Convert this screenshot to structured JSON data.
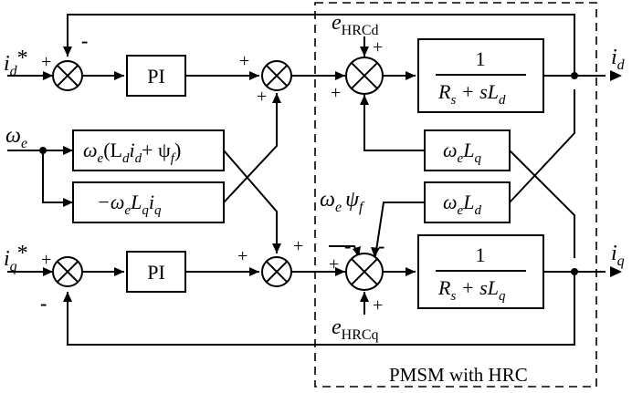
{
  "inputs": {
    "id_ref": {
      "sym": "i",
      "sub": "d",
      "sup": "*"
    },
    "iq_ref": {
      "sym": "i",
      "sub": "q",
      "sup": "*"
    },
    "omega_e": {
      "sym": "ω",
      "sub": "e"
    }
  },
  "outputs": {
    "id": {
      "sym": "i",
      "sub": "d"
    },
    "iq": {
      "sym": "i",
      "sub": "q"
    }
  },
  "blocks": {
    "pi_d": "PI",
    "pi_q": "PI",
    "decouple_d": {
      "w": "ω",
      "we_sub": "e",
      "open": "(L",
      "ld_sub": "d",
      "i": "i",
      "id_sub": "d",
      "plus_psi": "+ ψ",
      "psi_sub": "f",
      "close": ")"
    },
    "decouple_q": {
      "neg_w": "−ω",
      "we_sub": "e",
      "L": "L",
      "lq_sub": "q",
      "i": "i",
      "iq_sub": "q"
    },
    "plant_d": {
      "numerator": "1",
      "Rs": "R",
      "rs_sub": "s",
      "plus_sL": " + sL",
      "l_sub": "d"
    },
    "plant_q": {
      "numerator": "1",
      "Rs": "R",
      "rs_sub": "s",
      "plus_sL": " + sL",
      "l_sub": "q"
    },
    "coupling_d": {
      "w": "ω",
      "we_sub": "e",
      "L": "L",
      "l_sub": "q"
    },
    "coupling_q": {
      "w": "ω",
      "we_sub": "e",
      "L": "L",
      "l_sub": "d"
    }
  },
  "disturbances": {
    "hrc_d": {
      "sym": "e",
      "sub": "HRCd"
    },
    "hrc_q": {
      "sym": "e",
      "sub": "HRCq"
    },
    "back_emf": {
      "w": "ω",
      "we_sub": "e",
      "psi": "ψ",
      "psi_sub": "f"
    }
  },
  "signs": {
    "plus": "+",
    "minus": "-"
  },
  "region_label": "PMSM with HRC"
}
